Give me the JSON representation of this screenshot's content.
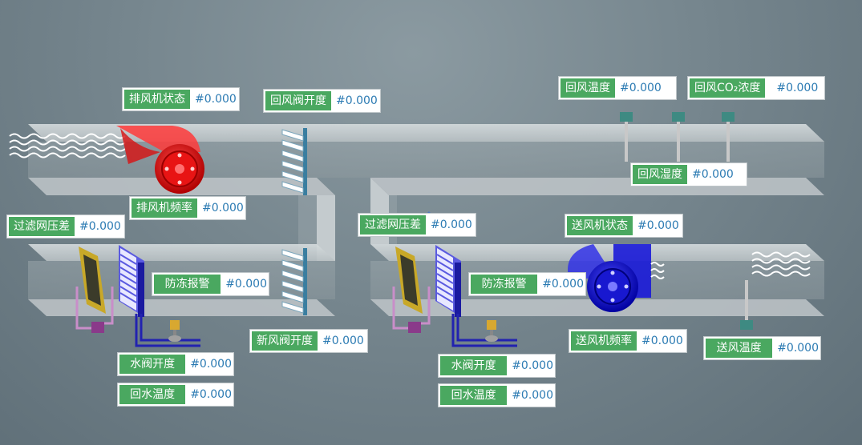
{
  "tags": {
    "exhaust_fan_status": {
      "label": "排风机状态",
      "value": "#0.000"
    },
    "return_damper_open": {
      "label": "回风阀开度",
      "value": "#0.000"
    },
    "return_air_temp": {
      "label": "回风温度",
      "value": "#0.000"
    },
    "return_co2": {
      "label": "回风CO₂浓度",
      "value": "#0.000"
    },
    "return_humidity": {
      "label": "回风湿度",
      "value": "#0.000"
    },
    "exhaust_fan_freq": {
      "label": "排风机频率",
      "value": "#0.000"
    },
    "filter_dp_left": {
      "label": "过滤网压差",
      "value": "#0.000"
    },
    "filter_dp_right": {
      "label": "过滤网压差",
      "value": "#0.000"
    },
    "supply_fan_status": {
      "label": "送风机状态",
      "value": "#0.000"
    },
    "antifreeze_left": {
      "label": "防冻报警",
      "value": "#0.000"
    },
    "antifreeze_right": {
      "label": "防冻报警",
      "value": "#0.000"
    },
    "fresh_damper_open": {
      "label": "新风阀开度",
      "value": "#0.000"
    },
    "supply_fan_freq": {
      "label": "送风机频率",
      "value": "#0.000"
    },
    "supply_air_temp": {
      "label": "送风温度",
      "value": "#0.000"
    },
    "water_valve_left": {
      "label": "水阀开度",
      "value": "#0.000"
    },
    "water_valve_right": {
      "label": "水阀开度",
      "value": "#0.000"
    },
    "return_water_left": {
      "label": "回水温度",
      "value": "#0.000"
    },
    "return_water_right": {
      "label": "回水温度",
      "value": "#0.000"
    }
  },
  "colors": {
    "label_bg": "#4aa860",
    "value_text": "#2c7bb3",
    "exhaust_fan": "#e01010",
    "supply_fan": "#1010d0",
    "duct": "#c9d0d2"
  }
}
